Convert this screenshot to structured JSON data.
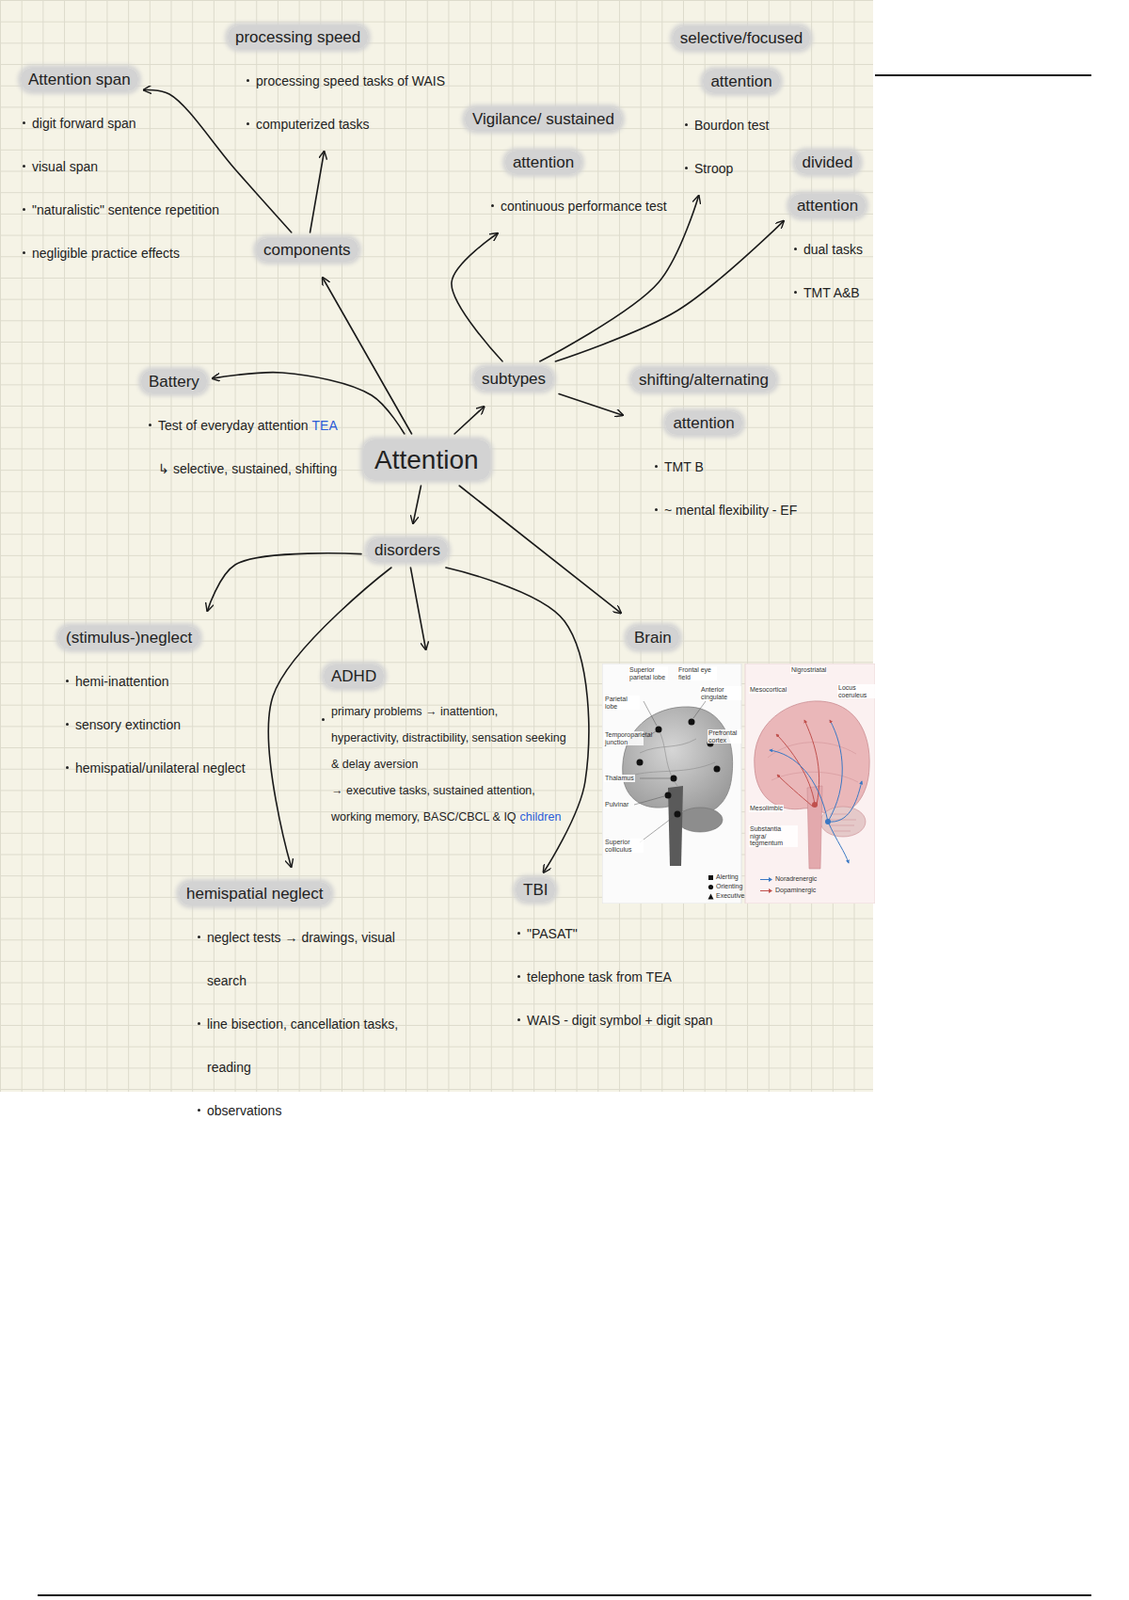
{
  "diagram": {
    "nodes": [
      {
        "text": [
          "Attention"
        ]
      },
      {
        "text": [
          "processing speed",
          "processing speed tasks of WAIS",
          "computerized tasks"
        ]
      },
      {
        "text": [
          "Attention span",
          "digit forward span",
          "visual span",
          "\"naturalistic\" sentence repetition",
          "negligible practice effects"
        ]
      },
      {
        "text": [
          "components"
        ]
      },
      {
        "text": [
          "Vigilance/ sustained attention",
          "continuous performance test"
        ]
      },
      {
        "text": [
          "selective/focused attention",
          "Bourdon test",
          "Stroop"
        ]
      },
      {
        "text": [
          "divided attention",
          "dual tasks",
          "TMT A&B"
        ]
      },
      {
        "text": [
          "Battery",
          "Test of everyday attention",
          "TEA",
          "↳ selective, sustained, shifting"
        ]
      },
      {
        "text": [
          "subtypes"
        ]
      },
      {
        "text": [
          "shifting/alternating attention",
          "TMT B",
          "~ mental flexibility - EF"
        ]
      },
      {
        "text": [
          "disorders"
        ]
      },
      {
        "text": [
          "(stimulus-)neglect",
          "hemi-inattention",
          "sensory extinction",
          "hemispatial/unilateral neglect"
        ]
      },
      {
        "text": [
          "ADHD",
          "primary problems → inattention, hyperactivity, distractibility, sensation seeking & delay aversion",
          "→ executive tasks, sustained attention, working memory, BASC/CBCL & IQ",
          "children"
        ]
      },
      {
        "text": [
          "Brain"
        ]
      },
      {
        "text": [
          "hemispatial neglect",
          "neglect tests → drawings, visual search",
          "line bisection, cancellation tasks, reading",
          "observations"
        ]
      },
      {
        "text": [
          "TBI",
          "\"PASAT\"",
          "telephone task from TEA",
          "WAIS - digit symbol + digit span"
        ]
      }
    ],
    "edges": [
      {
        "from": 0,
        "to": 3,
        "arrow": "to"
      },
      {
        "from": 3,
        "to": 1,
        "arrow": "to"
      },
      {
        "from": 3,
        "to": 2,
        "arrow": "to"
      },
      {
        "from": 0,
        "to": 8,
        "arrow": "to"
      },
      {
        "from": 8,
        "to": 4,
        "arrow": "to"
      },
      {
        "from": 8,
        "to": 5,
        "arrow": "to"
      },
      {
        "from": 8,
        "to": 6,
        "arrow": "to"
      },
      {
        "from": 8,
        "to": 9,
        "arrow": "to"
      },
      {
        "from": 0,
        "to": 7,
        "arrow": "to"
      },
      {
        "from": 0,
        "to": 10,
        "arrow": "to"
      },
      {
        "from": 10,
        "to": 11,
        "arrow": "to"
      },
      {
        "from": 10,
        "to": 12,
        "arrow": "to"
      },
      {
        "from": 10,
        "to": 14,
        "arrow": "to"
      },
      {
        "from": 10,
        "to": 15,
        "arrow": "to"
      },
      {
        "from": 0,
        "to": 13,
        "arrow": "to"
      }
    ],
    "labels": [
      "Superior parietal lobe",
      "Frontal eye field",
      "Anterior cingulate",
      "Parietal lobe",
      "Temporoparietal junction",
      "Prefrontal cortex",
      "Thalamus",
      "Pulvinar",
      "Superior colliculus",
      "Mesocortical",
      "Nigrostriatal",
      "Locus coeruleus",
      "Mesolimbic",
      "Substantia nigra/ tegmentum"
    ],
    "legend": [
      {
        "text": "Alerting"
      },
      {
        "text": "Orienting"
      },
      {
        "text": "Executive"
      },
      {
        "text": "Noradrenergic"
      },
      {
        "text": "Dopaminergic"
      }
    ]
  }
}
